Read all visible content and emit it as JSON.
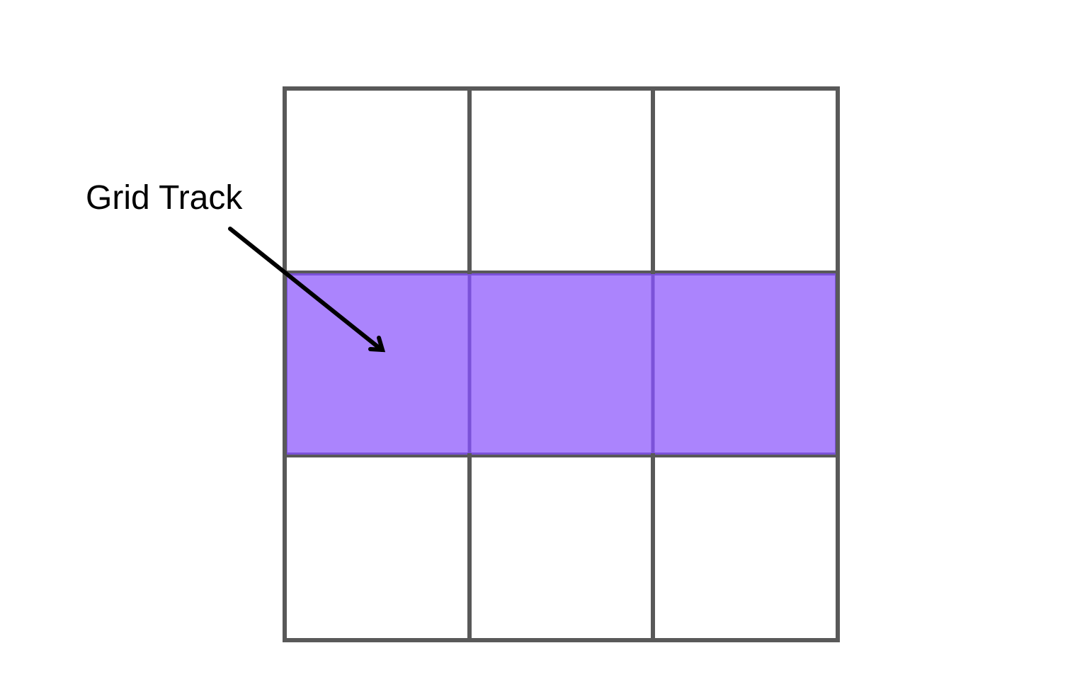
{
  "diagram": {
    "annotation_text": "Grid Track",
    "grid": {
      "rows": 3,
      "columns": 3,
      "highlighted_row_index": 1
    },
    "colors": {
      "grid_line": "#595959",
      "highlight_fill": "#ab84fd",
      "highlight_border": "#7b52d9",
      "arrow": "#000000",
      "background": "#ffffff"
    }
  }
}
